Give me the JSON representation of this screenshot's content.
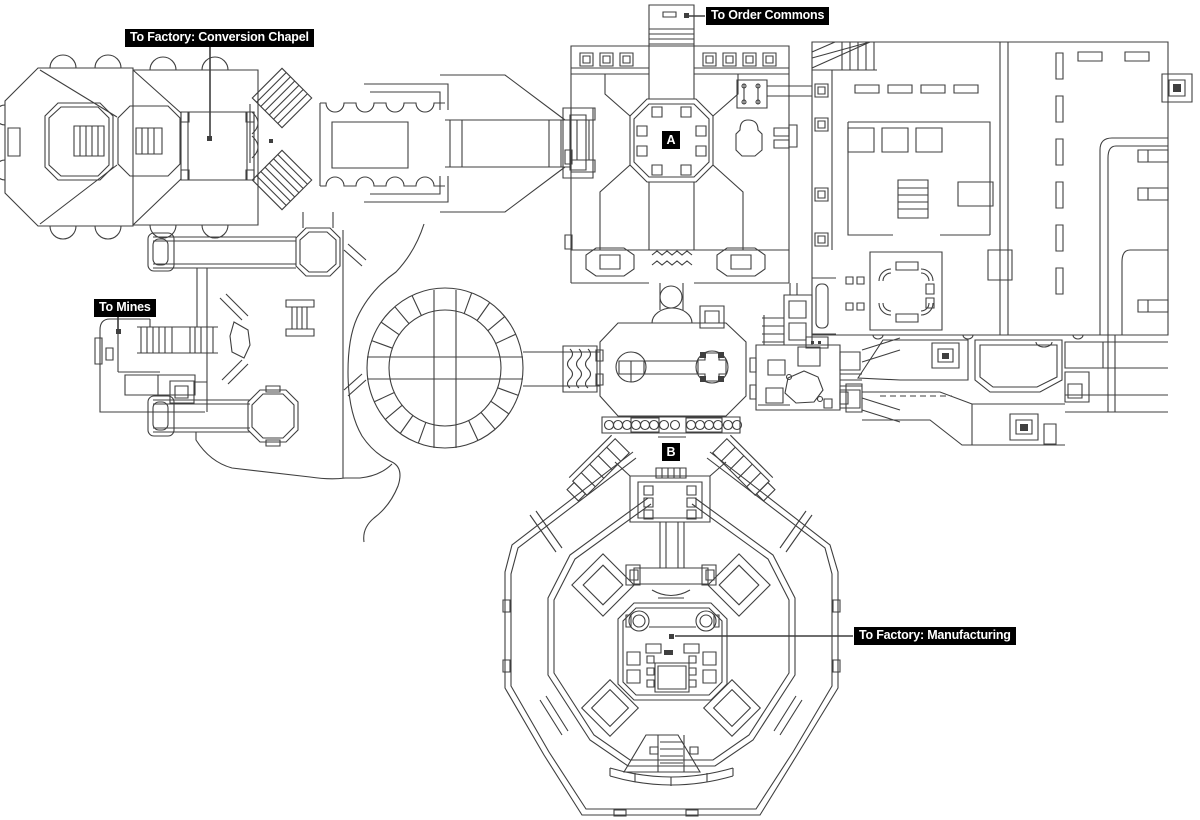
{
  "map": {
    "colors": {
      "background": "#ffffff",
      "line": "#3f3f3f",
      "label_bg": "#000000",
      "label_fg": "#ffffff"
    },
    "labels": [
      {
        "id": "conversion-chapel",
        "text": "To Factory: Conversion Chapel"
      },
      {
        "id": "order-commons",
        "text": "To Order Commons"
      },
      {
        "id": "mines",
        "text": "To Mines"
      },
      {
        "id": "manufacturing",
        "text": "To Factory: Manufacturing"
      }
    ],
    "markers": [
      {
        "id": "A",
        "letter": "A"
      },
      {
        "id": "B",
        "letter": "B"
      }
    ]
  }
}
